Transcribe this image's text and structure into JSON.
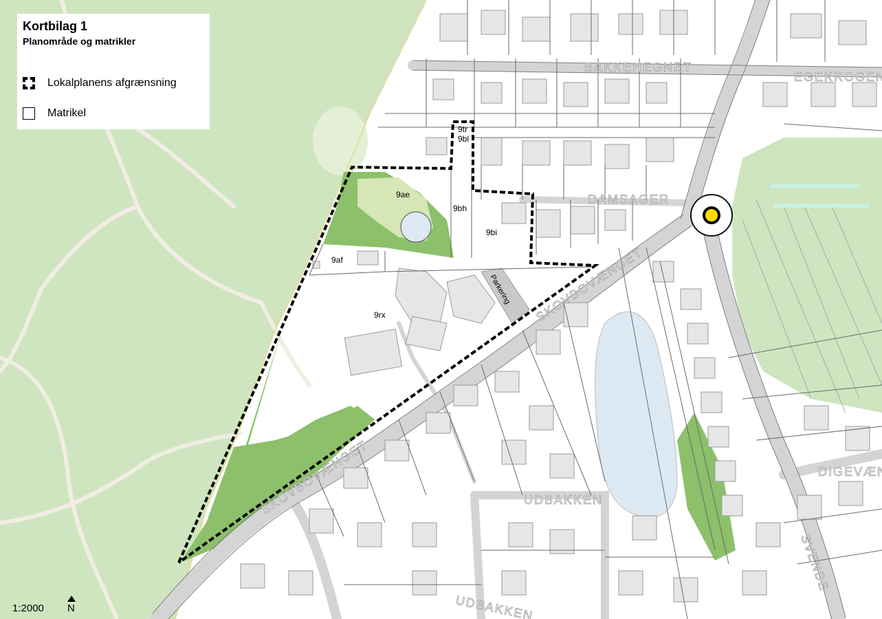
{
  "map": {
    "title": "Kortbilag 1",
    "subtitle": "Planområde og matrikler",
    "legend": [
      {
        "symbol": "dashed-boundary",
        "label": "Lokalplanens afgrænsning"
      },
      {
        "symbol": "parcel-outline",
        "label": "Matrikel"
      }
    ],
    "scale": "1:2000",
    "north_label": "N",
    "parcels": [
      "9tr",
      "9bl",
      "9ae",
      "9bh",
      "9bi",
      "9af",
      "9rx"
    ],
    "areas": {
      "parking": "Parkering"
    },
    "roads": [
      "BAKKEHEGNET",
      "EGEKROGEN",
      "DAMSAGER",
      "SKOVBOVÆNGET",
      "SKOVBOVÆNGET",
      "UDBAKKEN",
      "DIGEVÆNGET",
      "SVENDE",
      "UDBAKKEN"
    ],
    "colors": {
      "forest": "#cfe5bf",
      "green_area": "#8cc06b",
      "lake": "#dde9f2",
      "building": "#e6e6e6",
      "road": "#d9d9d9",
      "path": "#f1ede4",
      "marker": "#ffdd00"
    }
  }
}
